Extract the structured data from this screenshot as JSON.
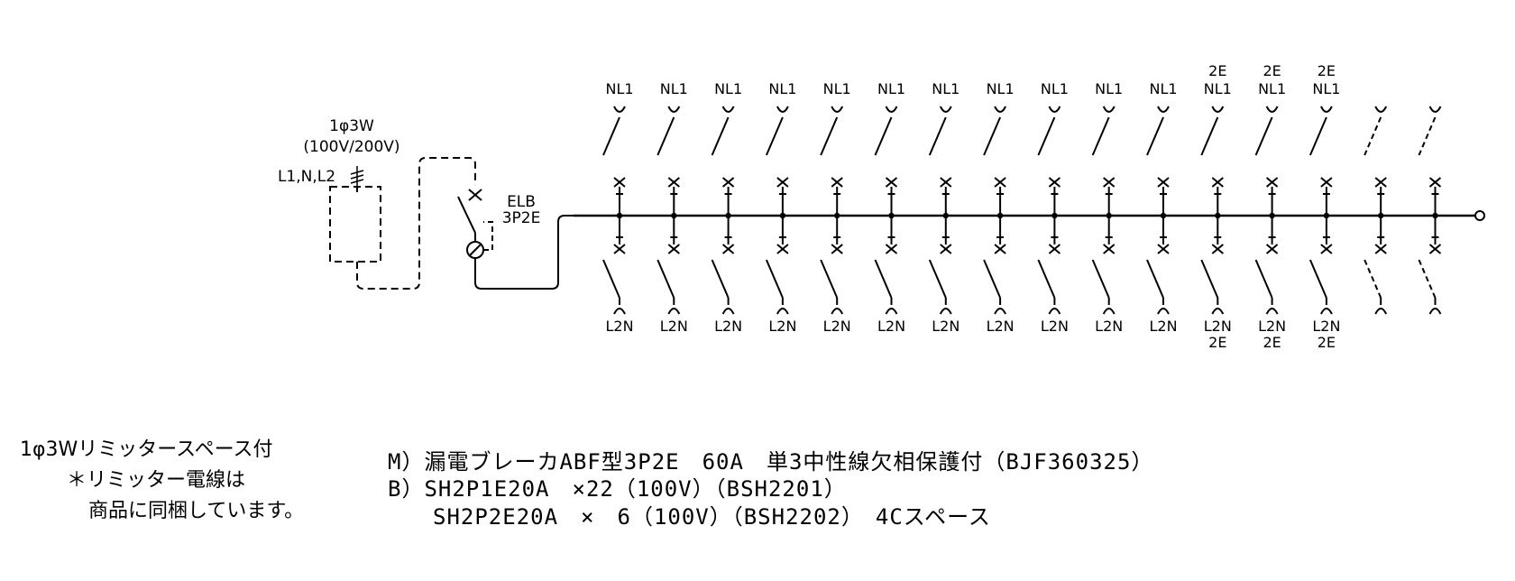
{
  "supply": {
    "phase_label": "1φ3W",
    "voltage_label": "(100V/200V)",
    "lines_label": "L1,N,L2"
  },
  "main_breaker": {
    "label_line1": "ELB",
    "label_line2": "3P2E"
  },
  "branches": [
    {
      "top": "NL1",
      "top_extra": "",
      "bottom": "L2N",
      "bottom_extra": "",
      "spare": false
    },
    {
      "top": "NL1",
      "top_extra": "",
      "bottom": "L2N",
      "bottom_extra": "",
      "spare": false
    },
    {
      "top": "NL1",
      "top_extra": "",
      "bottom": "L2N",
      "bottom_extra": "",
      "spare": false
    },
    {
      "top": "NL1",
      "top_extra": "",
      "bottom": "L2N",
      "bottom_extra": "",
      "spare": false
    },
    {
      "top": "NL1",
      "top_extra": "",
      "bottom": "L2N",
      "bottom_extra": "",
      "spare": false
    },
    {
      "top": "NL1",
      "top_extra": "",
      "bottom": "L2N",
      "bottom_extra": "",
      "spare": false
    },
    {
      "top": "NL1",
      "top_extra": "",
      "bottom": "L2N",
      "bottom_extra": "",
      "spare": false
    },
    {
      "top": "NL1",
      "top_extra": "",
      "bottom": "L2N",
      "bottom_extra": "",
      "spare": false
    },
    {
      "top": "NL1",
      "top_extra": "",
      "bottom": "L2N",
      "bottom_extra": "",
      "spare": false
    },
    {
      "top": "NL1",
      "top_extra": "",
      "bottom": "L2N",
      "bottom_extra": "",
      "spare": false
    },
    {
      "top": "NL1",
      "top_extra": "",
      "bottom": "L2N",
      "bottom_extra": "",
      "spare": false
    },
    {
      "top": "NL1",
      "top_extra": "2E",
      "bottom": "L2N",
      "bottom_extra": "2E",
      "spare": false
    },
    {
      "top": "NL1",
      "top_extra": "2E",
      "bottom": "L2N",
      "bottom_extra": "2E",
      "spare": false
    },
    {
      "top": "NL1",
      "top_extra": "2E",
      "bottom": "L2N",
      "bottom_extra": "2E",
      "spare": false
    },
    {
      "top": "",
      "top_extra": "",
      "bottom": "",
      "bottom_extra": "",
      "spare": true
    },
    {
      "top": "",
      "top_extra": "",
      "bottom": "",
      "bottom_extra": "",
      "spare": true
    }
  ],
  "notes": {
    "line1": "1φ3Wリミッタースペース付",
    "line2": "＊リミッター電線は",
    "line3": "商品に同梱しています。"
  },
  "spec": {
    "line1": "M）漏電ブレーカABF型3P2E　60A　単3中性線欠相保護付（BJF360325）",
    "line2": "B）SH2P1E20A　×22（100V）（BSH2201）",
    "line3": "　　SH2P2E20A　×　6（100V）（BSH2202）　4Cスペース"
  }
}
